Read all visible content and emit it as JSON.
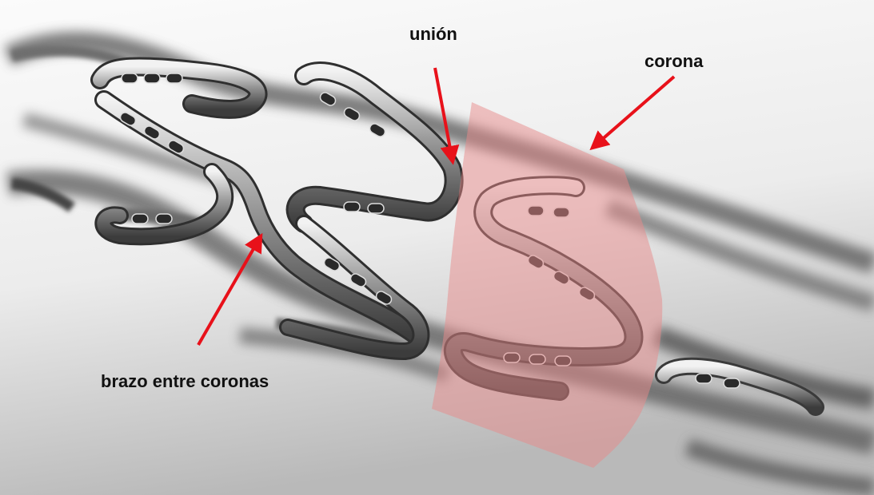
{
  "figure": {
    "labels": {
      "union": "unión",
      "crown": "corona",
      "arm": "brazo entre coronas"
    },
    "colors": {
      "arrow": "#e8111a",
      "highlight": "#e88a8a",
      "metal_dark": "#3a3a3a",
      "metal_mid": "#8a8a8a",
      "metal_light": "#e6e6e6",
      "background_top": "#fbfbfb",
      "background_bottom": "#bfbfbf"
    }
  }
}
